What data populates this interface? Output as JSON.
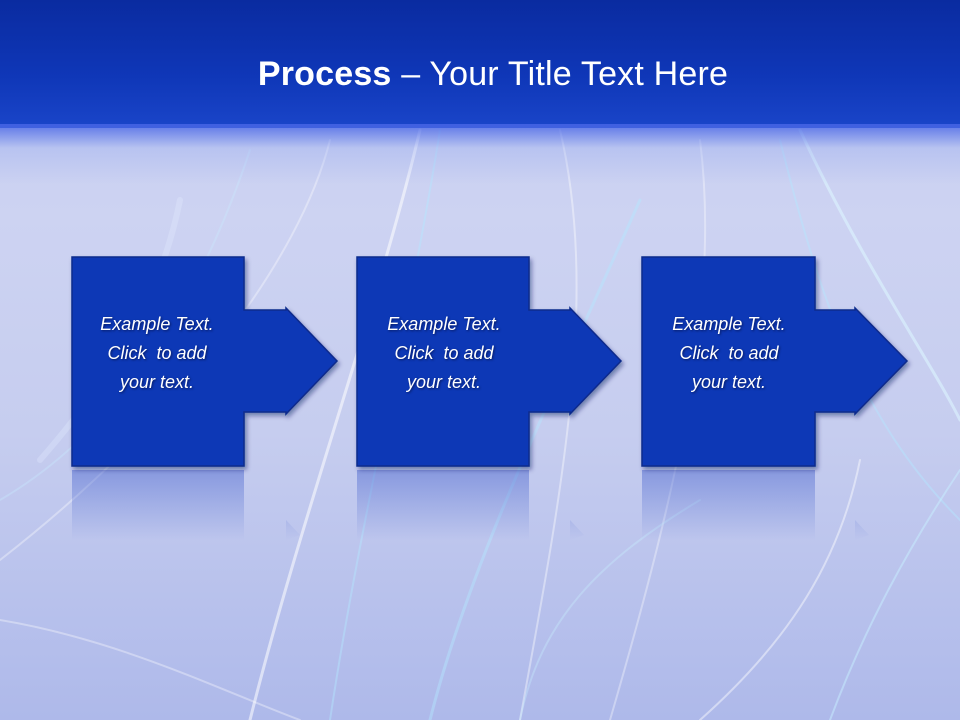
{
  "title": {
    "bold": "Process",
    "rest": " – Your Title Text Here"
  },
  "steps": [
    {
      "line1": "Example Text.",
      "line2": "Click  to add",
      "line3": "your text."
    },
    {
      "line1": "Example Text.",
      "line2": "Click  to add",
      "line3": "your text."
    },
    {
      "line1": "Example Text.",
      "line2": "Click  to add",
      "line3": "your text."
    }
  ],
  "colors": {
    "header": "#0f37b8",
    "box_fill": "#0f37b6",
    "box_border": "#0a2a8c",
    "text": "#ffffff"
  }
}
